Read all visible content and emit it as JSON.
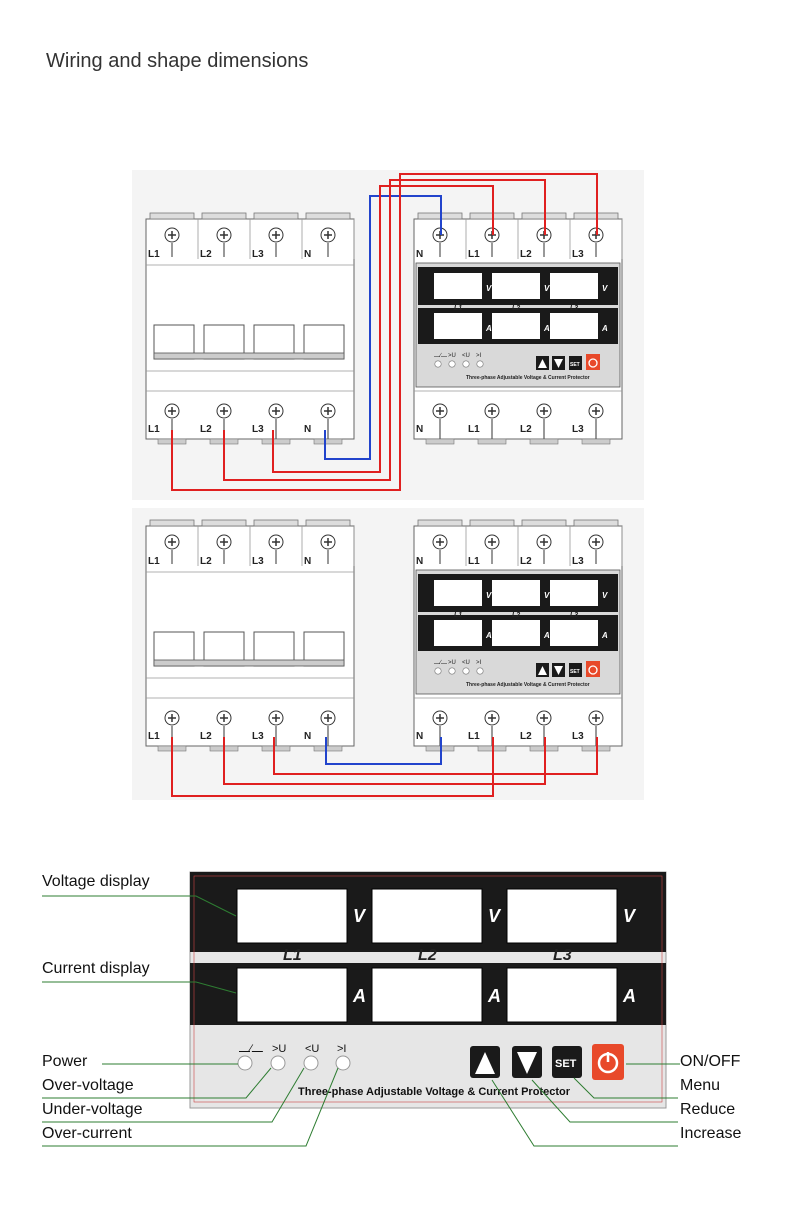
{
  "title": "Wiring and shape dimensions",
  "terminal_labels": [
    "L1",
    "L2",
    "L3",
    "N"
  ],
  "protector_terminal_labels": [
    "N",
    "L1",
    "L2",
    "L3"
  ],
  "phase_labels": [
    "L1",
    "L2",
    "L3"
  ],
  "units": {
    "voltage": "V",
    "current": "A"
  },
  "indicator_labels": [
    "⎼∕⎼",
    ">U",
    "<U",
    ">I"
  ],
  "product_name": "Three-phase Adjustable Voltage & Current Protector",
  "buttons": {
    "up": "▲",
    "down": "▼",
    "set": "SET"
  },
  "callouts_left": [
    "Voltage display",
    "Current display",
    "Power",
    "Over-voltage",
    "Under-voltage",
    "Over-current"
  ],
  "callouts_right": [
    "ON/OFF",
    "Menu",
    "Reduce",
    "Increase"
  ],
  "colors": {
    "live_wire": "#e02020",
    "neutral_wire": "#2244cc",
    "on_off": "#e8492a",
    "panel_dark": "#1a1a1a",
    "callout_line": "#2e7d32"
  }
}
